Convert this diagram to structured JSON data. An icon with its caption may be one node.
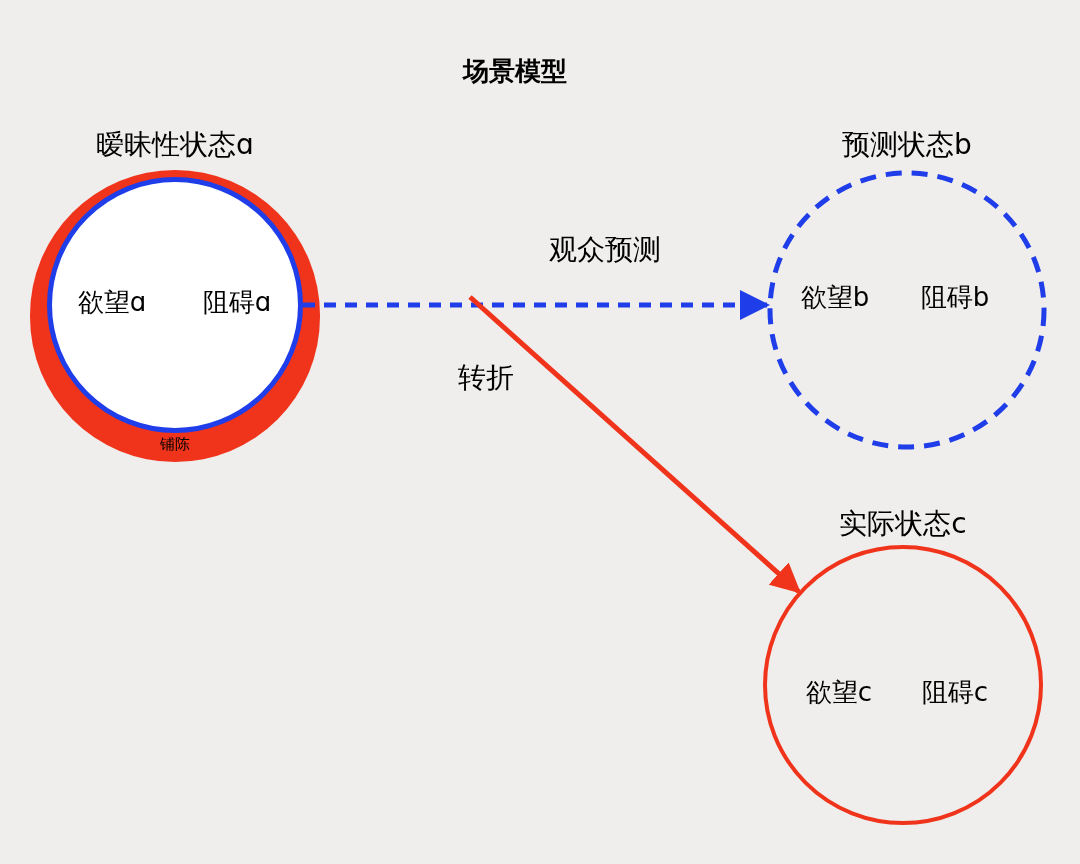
{
  "diagram": {
    "title": "场景模型",
    "nodes": [
      {
        "text": [
          "暧昧性状态ɑ",
          "铺陈"
        ]
      },
      {
        "text": [
          "欲望ɑ",
          "阻碍ɑ"
        ],
        "in": 0
      },
      {
        "text": [
          "预测状态b",
          "欲望b",
          "阻碍b"
        ]
      },
      {
        "text": [
          "实际状态c",
          "欲望c",
          "阻碍c"
        ]
      }
    ],
    "edges": [
      {
        "from": 1,
        "to": 2,
        "arrow": "to",
        "label": "观众预测",
        "style": "dashed",
        "color": "#1f3de8"
      },
      {
        "from": null,
        "to": 3,
        "arrow": "to",
        "label": "转折",
        "color": "#f0341c"
      }
    ]
  }
}
